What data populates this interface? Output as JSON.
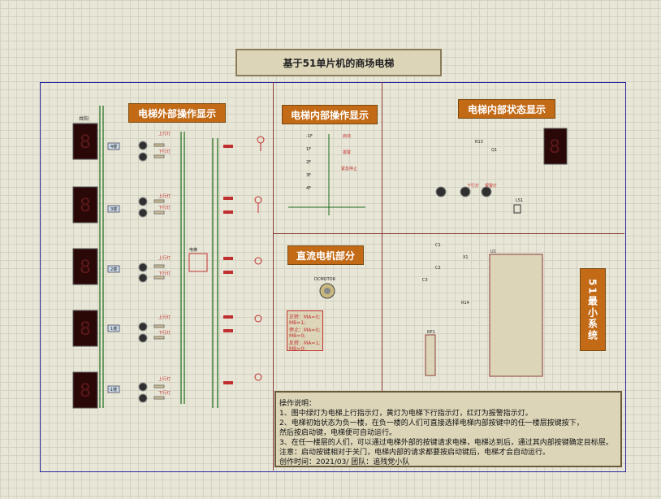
{
  "title": "基于51单片机的商场电梯",
  "sections": {
    "outer_ops": "电梯外部操作显示",
    "inner_ops": "电梯内部操作显示",
    "inner_status": "电梯内部状态显示",
    "dc_motor": "直流电机部分",
    "mcu": "51最小系统"
  },
  "floors": [
    {
      "label": "4楼",
      "up": "上行灯",
      "down": "下行灯"
    },
    {
      "label": "3楼",
      "up": "上行灯",
      "down": "下行灯"
    },
    {
      "label": "2楼",
      "up": "上行灯",
      "down": "下行灯"
    },
    {
      "label": "1楼",
      "up": "上行灯",
      "down": "下行灯"
    },
    {
      "label": "-1楼",
      "up": "上行灯",
      "down": "下行灯"
    }
  ],
  "left_display_label": "共阳",
  "elevator_label": "电梯",
  "inner_buttons": [
    "-1F",
    "1F",
    "2F",
    "3F",
    "4F"
  ],
  "inner_right_buttons": [
    "启动",
    "报警",
    "紧急停止"
  ],
  "status_labels": {
    "down": "下行灯",
    "alarm": "报警灯",
    "r13": "R13",
    "q1": "Q1",
    "ls1": "LS1"
  },
  "motor": {
    "name": "DCMOTOR",
    "states": [
      {
        "label": "正转：",
        "values": [
          "MA=0;",
          "MB=1;"
        ]
      },
      {
        "label": "停止：",
        "values": [
          "MA=0;",
          "MB=0;"
        ]
      },
      {
        "label": "反转：",
        "values": [
          "MA=1;",
          "MB=0;"
        ]
      }
    ]
  },
  "mcu_parts": {
    "u1": "U1",
    "c1": "C1",
    "c2": "C2",
    "c3": "C3",
    "x1": "X1",
    "r14": "R14",
    "rp1": "RP1"
  },
  "info": [
    "操作说明：",
    "1、图中绿灯为电梯上行指示灯，黄灯为电梯下行指示灯，红灯为报警指示灯。",
    "2、电梯初始状态为负一楼，在负一楼的人们可直接选择电梯内部按键中的任一楼层按键按下，",
    "然后按启动键，电梯便可自动运行。",
    "3、在任一楼层的人们，可以通过电梯外部的按键请求电梯，电梯达到后，通过其内部按键确定目标层。",
    "注意：启动按键相对于关门，电梯内部的请求都要按启动键后，电梯才会自动运行。",
    "创作时间：2021/03/  团队：追残党小队"
  ]
}
